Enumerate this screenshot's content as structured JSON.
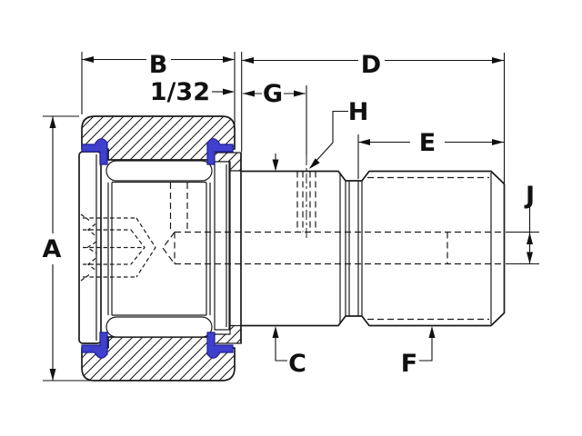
{
  "labels": {
    "A": "A",
    "B": "B",
    "C": "C",
    "D": "D",
    "E": "E",
    "F": "F",
    "G": "G",
    "H": "H",
    "J": "J",
    "gap": "1/32"
  },
  "colors": {
    "line": "#1a1a1a",
    "dimension": "#111111",
    "seal": "#4040cf",
    "seal_outline": "#1e1e90",
    "background": "#ffffff"
  }
}
